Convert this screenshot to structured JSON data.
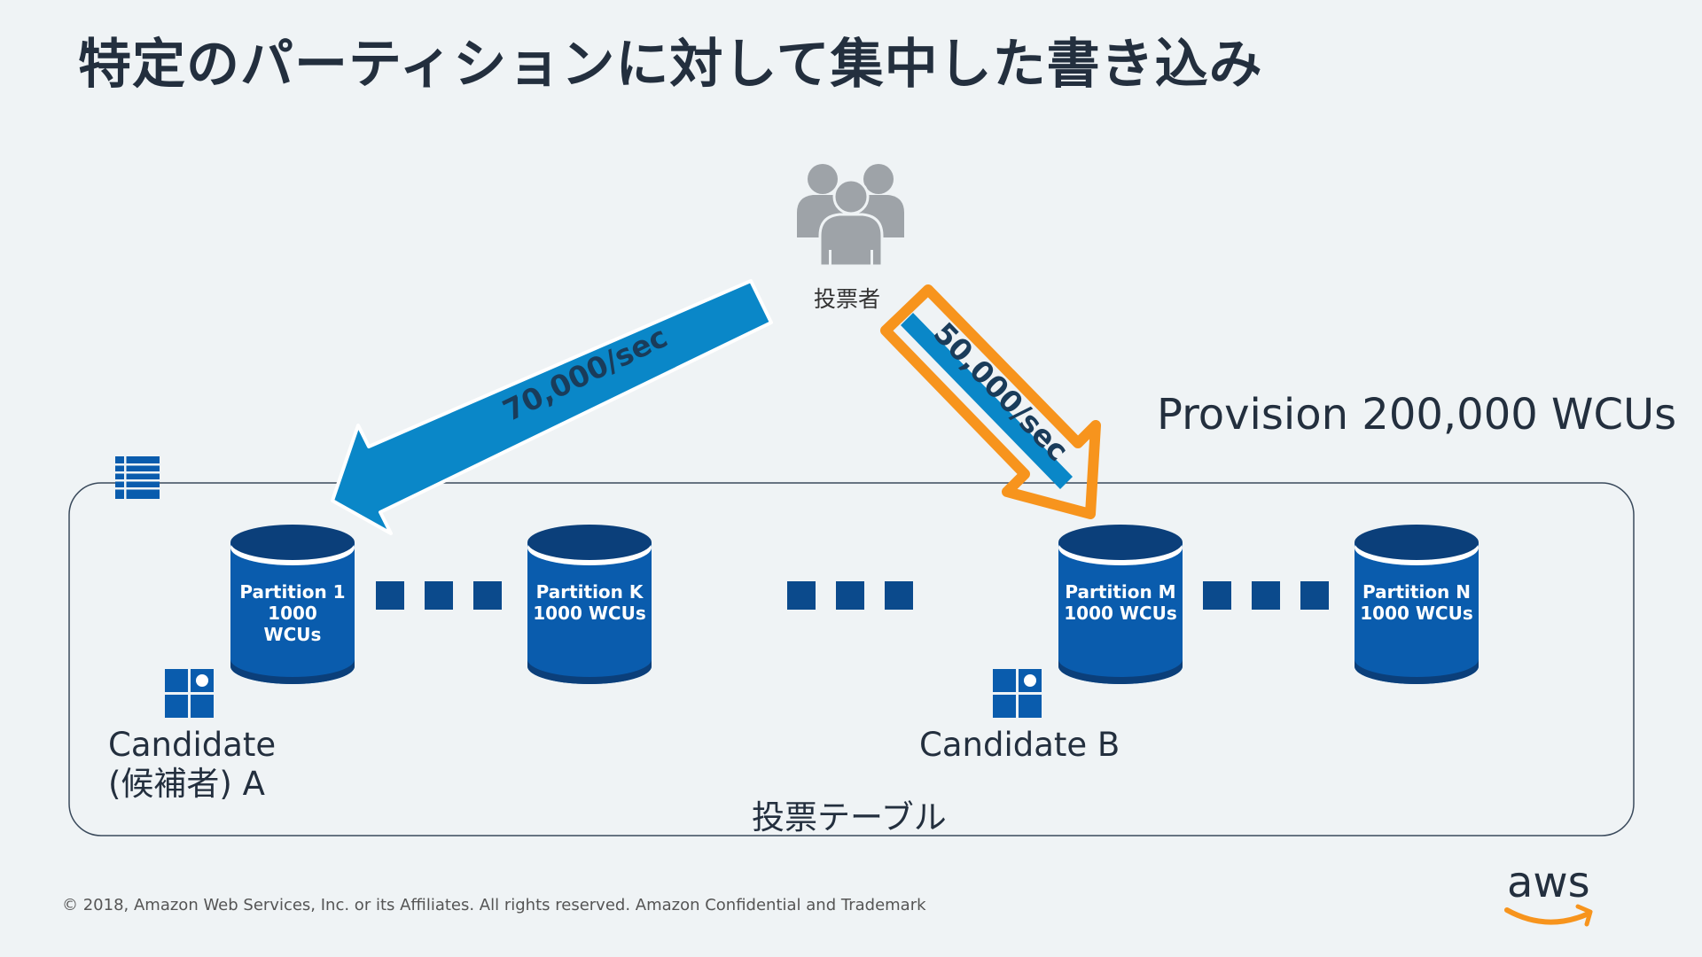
{
  "title": "特定のパーティションに対して集中した書き込み",
  "voters_label": "投票者",
  "provision": "Provision 200,000 WCUs",
  "table_label": "投票テーブル",
  "candidate_a": {
    "line1": "Candidate",
    "line2": "(候補者) A"
  },
  "candidate_b": "Candidate B",
  "arrows": {
    "left_rate": "70,000/sec",
    "right_rate": "50,000/sec"
  },
  "partitions": [
    {
      "line1": "Partition 1",
      "line2": "1000",
      "line3": "WCUs"
    },
    {
      "line1": "Partition K",
      "line2": "1000 WCUs",
      "line3": ""
    },
    {
      "line1": "Partition M",
      "line2": "1000 WCUs",
      "line3": ""
    },
    {
      "line1": "Partition N",
      "line2": "1000 WCUs",
      "line3": ""
    }
  ],
  "footer": "© 2018, Amazon Web Services, Inc. or its Affiliates. All rights reserved. Amazon Confidential and Trademark",
  "logo": {
    "text": "aws",
    "icon": "aws-smile-icon"
  },
  "colors": {
    "background": "#eff3f5",
    "partition_blue": "#0a5cad",
    "partition_dark": "#0b3f7a",
    "arrow_blue": "#0a87c8",
    "arrow_orange": "#f7941d",
    "text_dark": "#232f3e",
    "icon_gray": "#9ea3a8"
  }
}
